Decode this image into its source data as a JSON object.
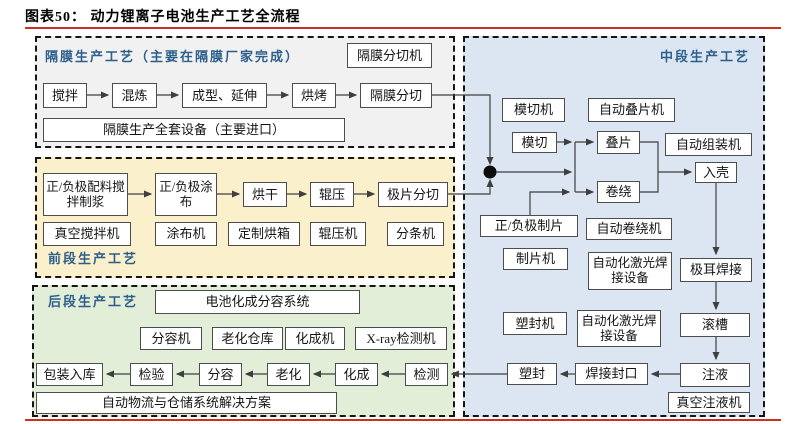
{
  "title": "图表50：  动力锂离子电池生产工艺全流程",
  "colors": {
    "rule_red": "#cf2f1d",
    "region_separator_bg": "#f1f1f1",
    "region_front_bg": "#fbf0cc",
    "region_back_bg": "#e3eed9",
    "region_middle_bg": "#dbe6f2",
    "header_blue": "#2d5f8d",
    "node_border": "#4d4d4d",
    "connector": "#3f3f3f"
  },
  "separator_region": {
    "header": "隔膜生产工艺（主要在隔膜厂家完成）",
    "slitting_machine": "隔膜分切机",
    "flow": [
      "搅拌",
      "混炼",
      "成型、延伸",
      "烘烤",
      "隔膜分切"
    ],
    "full_equipment": "隔膜生产全套设备（主要进口）"
  },
  "front_region": {
    "header": "前段生产工艺",
    "flow": [
      "正/负极配料搅拌制浆",
      "正/负极涂布",
      "烘干",
      "辊压",
      "极片分切"
    ],
    "equipment": [
      "真空搅拌机",
      "涂布机",
      "定制烘箱",
      "辊压机",
      "分条机"
    ]
  },
  "middle_region": {
    "header": "中段生产工艺",
    "die_cutting_machine": "模切机",
    "auto_stacking_machine": "自动叠片机",
    "die_cutting": "模切",
    "stacking": "叠片",
    "auto_assembly_machine": "自动组装机",
    "casing": "入壳",
    "winding": "卷绕",
    "electrode_sheeting": "正/负极制片",
    "auto_winding_machine": "自动卷绕机",
    "sheeting_machine": "制片机",
    "laser_welding_equipment_1": "自动化激光焊接设备",
    "tab_welding": "极耳焊接",
    "plastic_sealing_machine": "塑封机",
    "laser_welding_equipment_2": "自动化激光焊接设备",
    "grooving": "滚槽",
    "plastic_sealing": "塑封",
    "weld_sealing": "焊接封口",
    "electrolyte_injection": "注液",
    "vacuum_injection_machine": "真空注液机"
  },
  "back_region": {
    "header": "后段生产工艺",
    "formation_grading_system": "电池化成分容系统",
    "equipment": [
      "分容机",
      "老化仓库",
      "化成机",
      "X-ray检测机"
    ],
    "flow": [
      "包装入库",
      "检验",
      "分容",
      "老化",
      "化成",
      "检测"
    ],
    "logistics_system": "自动物流与仓储系统解决方案"
  }
}
